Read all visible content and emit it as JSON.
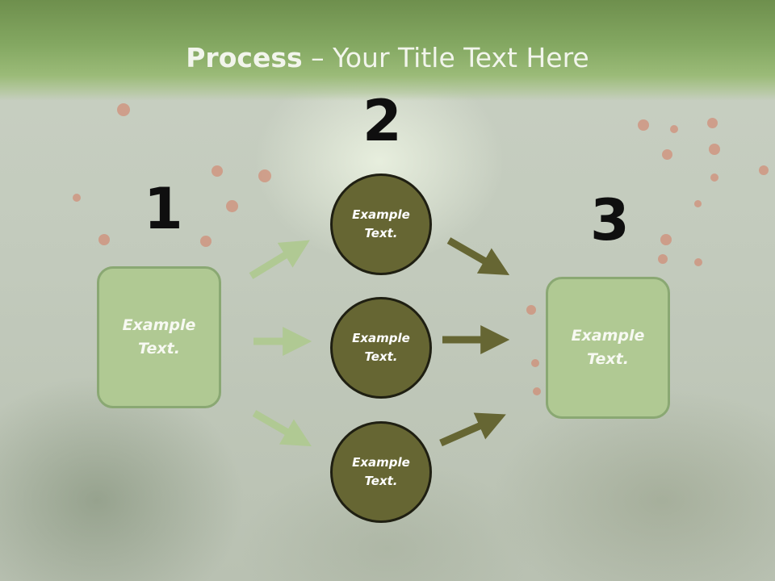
{
  "slide": {
    "title_bold": "Process",
    "title_rest": " – Your Title Text Here"
  },
  "steps": [
    {
      "number": "1",
      "box_text": "Example\nText."
    },
    {
      "number": "2",
      "circle_texts": [
        "Example\nText.",
        "Example\nText.",
        "Example\nText."
      ]
    },
    {
      "number": "3",
      "box_text": "Example\nText."
    }
  ],
  "colors": {
    "header_green": "#84a862",
    "box_fill": "#b0c993",
    "box_border": "#8aa873",
    "circle_fill": "#666633",
    "arrow_light": "#b0c993",
    "arrow_dark": "#666633"
  }
}
